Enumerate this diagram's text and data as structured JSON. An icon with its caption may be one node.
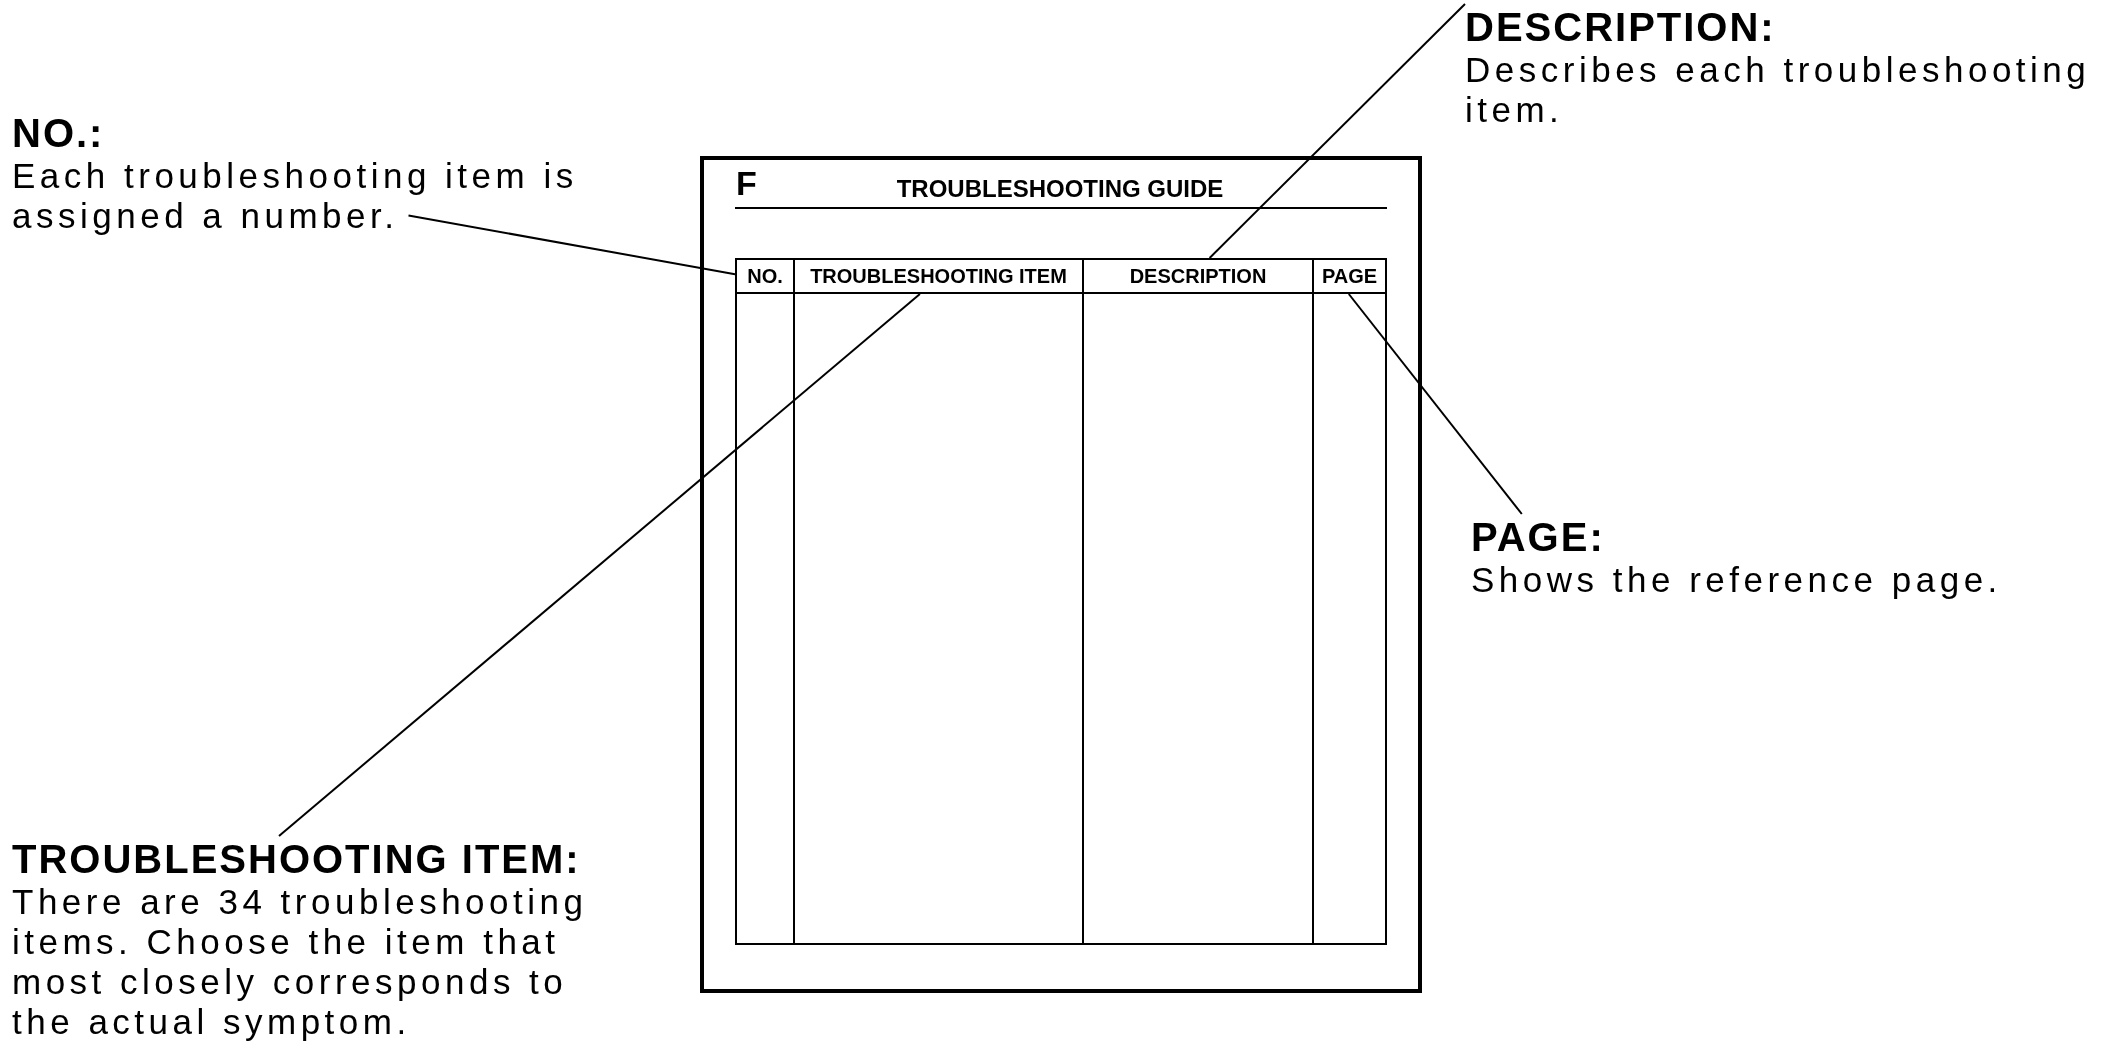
{
  "diagram": {
    "nodes": [
      {
        "text": [
          "DESCRIPTION:",
          "Describes each troubleshooting item."
        ]
      },
      {
        "text": [
          "NO.:",
          "Each troubleshooting item is assigned a number."
        ]
      },
      {
        "text": [
          "F",
          "TROUBLESHOOTING GUIDE"
        ]
      },
      {
        "text": [
          "NO."
        ],
        "in": 2
      },
      {
        "text": [
          "TROUBLESHOOTING ITEM"
        ],
        "in": 2
      },
      {
        "text": [
          "DESCRIPTION"
        ],
        "in": 2
      },
      {
        "text": [
          "PAGE"
        ],
        "in": 2
      },
      {
        "text": [
          "PAGE:",
          "Shows the reference page."
        ]
      },
      {
        "text": [
          "TROUBLESHOOTING ITEM:",
          "There are 34 troubleshooting items. Choose the item that most closely corresponds to the actual symptom."
        ]
      }
    ],
    "edges": [
      {
        "from": 1,
        "to": 3,
        "arrow": "none"
      },
      {
        "from": 8,
        "to": 4,
        "arrow": "none"
      },
      {
        "from": 0,
        "to": 5,
        "arrow": "none"
      },
      {
        "from": 7,
        "to": 6,
        "arrow": "none"
      }
    ]
  }
}
